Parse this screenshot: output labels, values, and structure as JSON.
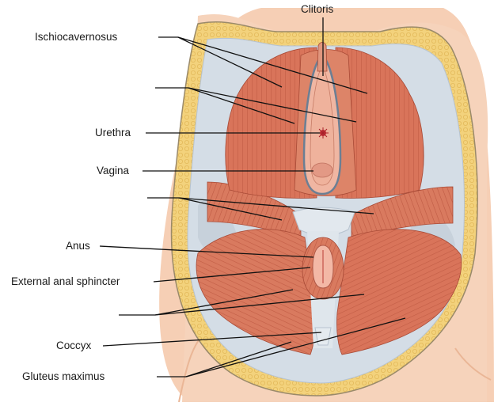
{
  "labels": {
    "clitoris": "Clitoris",
    "ischiocavernosus": "Ischiocavernosus",
    "urethra": "Urethra",
    "vagina": "Vagina",
    "anus": "Anus",
    "external_anal_sphincter": "External anal sphincter",
    "coccyx": "Coccyx",
    "gluteus_maximus": "Gluteus maximus"
  },
  "colors": {
    "muscle": "#d9745a",
    "muscle_dark": "#b85540",
    "fascia": "#d4dde6",
    "fat": "#f3d27c",
    "skin": "#f6cfb5",
    "leader": "#111111"
  }
}
